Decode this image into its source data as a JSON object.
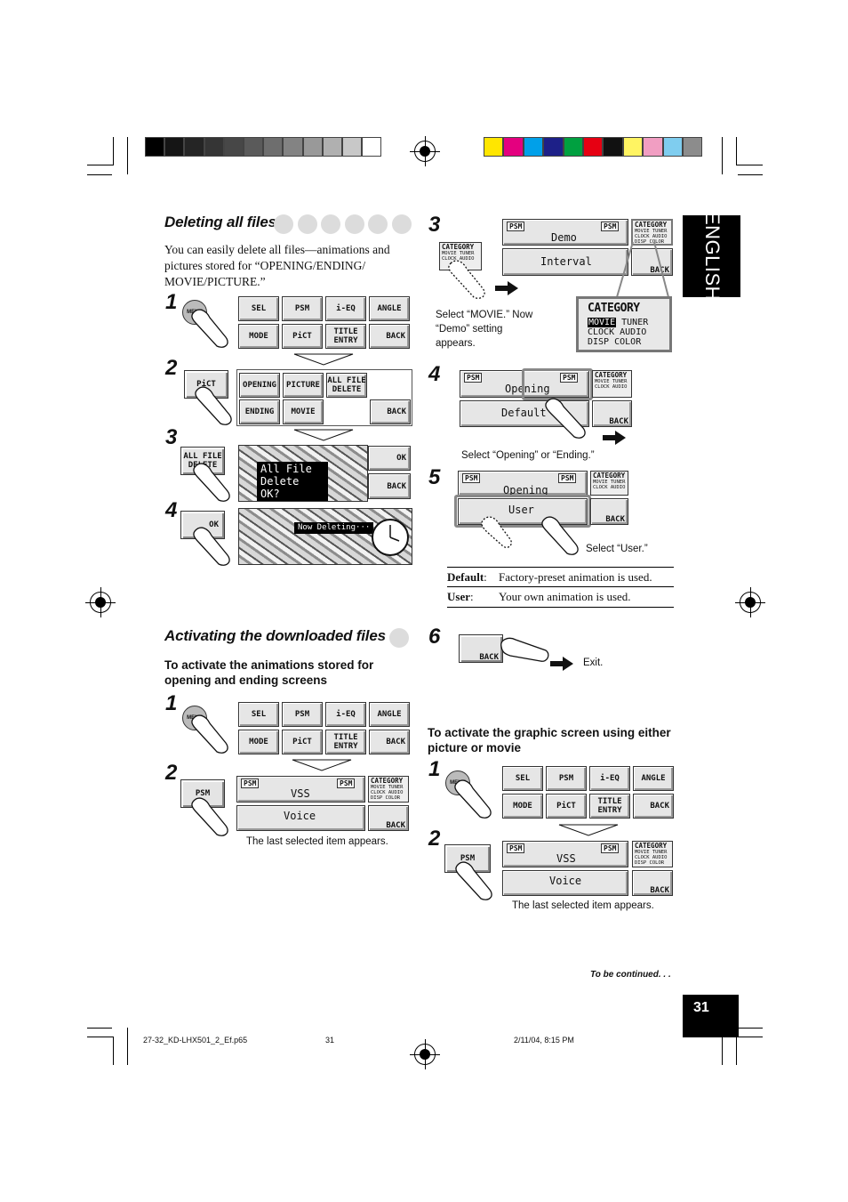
{
  "language_tab": "ENGLISH",
  "page_number": "31",
  "section1": {
    "heading": "Deleting all files",
    "intro": "You can easily delete all files—animations and pictures stored for “OPENING/ENDING/ MOVIE/PICTURE.”",
    "steps": [
      "1",
      "2",
      "3",
      "4"
    ],
    "menu_btn": "MENU",
    "menu_keys": [
      "SEL",
      "PSM",
      "i-EQ",
      "ANGLE",
      "MODE",
      "PiCT",
      "TITLE ENTRY",
      "BACK"
    ],
    "pict_btn": "PiCT",
    "pict_keys": [
      "OPENING",
      "PICTURE",
      "ALL FILE DELETE",
      "ENDING",
      "MOVIE",
      "BACK"
    ],
    "allfile_btn": "ALL FILE DELETE",
    "confirm_text": "All File Delete OK?",
    "ok_label": "OK",
    "ok_btn": "OK",
    "deleting_text": "Now Deleting···"
  },
  "section1_right": {
    "steps": [
      "3",
      "4",
      "5",
      "6"
    ],
    "psm_tag": "PSM",
    "demo_text": "Demo",
    "interval_text": "Interval",
    "category_small": "CATEGORY",
    "category_rows": [
      "MOVIE TUNER",
      "CLOCK AUDIO",
      "DISP COLOR"
    ],
    "category_big_title": "CATEGORY",
    "category_big_rows": [
      [
        "MOVIE",
        "TUNER"
      ],
      [
        "CLOCK",
        "AUDIO"
      ],
      [
        "DISP",
        "COLOR"
      ]
    ],
    "back_label": "BACK",
    "caption3": "Select “MOVIE.” Now “Demo” setting appears.",
    "opening_text": "Opening",
    "default_text": "Default",
    "caption4": "Select “Opening” or “Ending.”",
    "user_text": "User",
    "caption5": "Select “User.”",
    "table": [
      {
        "key": "Default",
        "value": "Factory-preset animation is used."
      },
      {
        "key": "User",
        "value": "Your own animation is used."
      }
    ],
    "back_btn": "BACK",
    "caption6": "Exit."
  },
  "section2": {
    "heading": "Activating the downloaded files",
    "sub1": "To activate the animations stored for opening and ending screens",
    "sub2": "To activate the graphic screen using either picture or movie",
    "steps": [
      "1",
      "2"
    ],
    "psm_btn": "PSM",
    "vss_text": "VSS",
    "voice_text": "Voice",
    "caption_last": "The last selected item appears."
  },
  "footer": {
    "continued": "To be continued. . .",
    "file": "27-32_KD-LHX501_2_Ef.p65",
    "page": "31",
    "date": "2/11/04, 8:15 PM"
  },
  "colors": {
    "gray_swatches": [
      "#000000",
      "#151515",
      "#252525",
      "#353535",
      "#474747",
      "#5a5a5a",
      "#6e6e6e",
      "#838383",
      "#999999",
      "#b0b0b0",
      "#c8c8c8",
      "#ffffff"
    ],
    "color_swatches": [
      "#ffe600",
      "#e4007f",
      "#00a0e9",
      "#1d2088",
      "#00a040",
      "#e60012",
      "#111111",
      "#fff462",
      "#f19ec2",
      "#7fcdef",
      "#8c8c8c"
    ]
  }
}
